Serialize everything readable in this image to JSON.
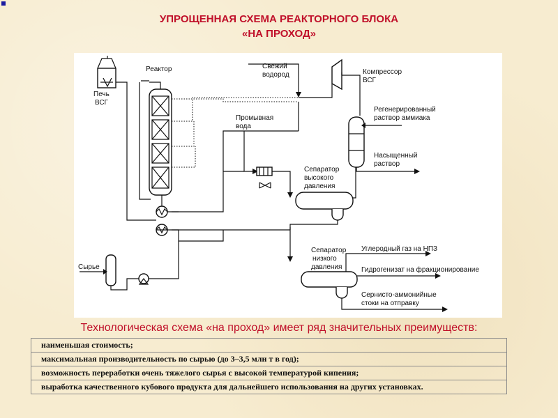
{
  "title": [
    "УПРОЩЕННАЯ СХЕМА РЕАКТОРНОГО БЛОКА",
    "«НА ПРОХОД»"
  ],
  "diagram": {
    "labels": {
      "reactor": "Реактор",
      "furnace": [
        "Печь",
        "ВСГ"
      ],
      "fresh_hydrogen": [
        "Свежий",
        "водород"
      ],
      "compressor": [
        "Компрессор",
        "ВСГ"
      ],
      "regenerated_ammonia": [
        "Регенерированный",
        "раствор аммиака"
      ],
      "saturated_solution": [
        "Насыщенный",
        "раствор"
      ],
      "wash_water": [
        "Промывная",
        "вода"
      ],
      "hp_separator": [
        "Сепаратор",
        "высокого",
        "давления"
      ],
      "lp_separator": [
        "Сепаратор",
        "низкого",
        "давления"
      ],
      "feed": "Сырье",
      "hc_gas": "Углеродный газ на НПЗ",
      "hydrogenate": "Гидрогенизат на фракционирование",
      "sour_water": [
        "Сернисто-аммонийные",
        "стоки на отправку"
      ]
    }
  },
  "intro": "Технологическая схема «на проход» имеет ряд значительных преимуществ:",
  "advantages": [
    "наименьшая стоимость;",
    "максимальная производительность по сырью (до 3–3,5 млн т в год);",
    "возможность переработки очень тяжелого сырья с высокой температурой кипения;",
    "выработка качественного кубового продукта для дальнейшего использования на других установках."
  ],
  "colors": {
    "accent": "#c0102a",
    "background": "#f7ecd0"
  }
}
